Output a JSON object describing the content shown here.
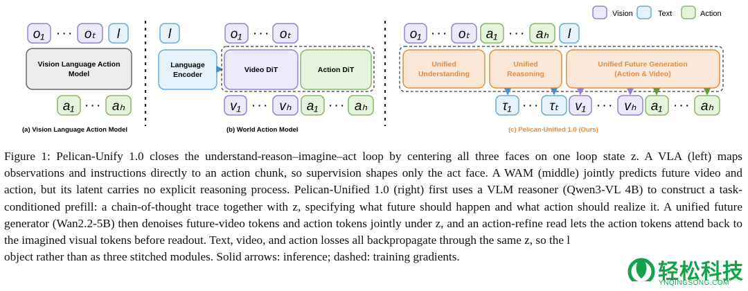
{
  "legend": {
    "vision": "Vision",
    "text": "Text",
    "action": "Action",
    "colors": {
      "vision": "#ece9fb",
      "vision_border": "#8d84d6",
      "text": "#e5f1fb",
      "text_border": "#6aa9d8",
      "action": "#e6f3dc",
      "action_border": "#88b567"
    }
  },
  "panel_a": {
    "obs_first": "o₁",
    "obs_last": "oₜ",
    "instruction": "l",
    "model_label_line1": "Vision Language Action",
    "model_label_line2": "Model",
    "act_first": "a₁",
    "act_last": "aₕ",
    "caption": "(a) Vision Language Action  Model"
  },
  "panel_b": {
    "instruction": "l",
    "obs_first": "o₁",
    "obs_last": "oₜ",
    "encoder_line1": "Language",
    "encoder_line2": "Encoder",
    "video_dit": "Video DiT",
    "action_dit": "Action DiT",
    "vid_first": "v₁",
    "vid_last": "vₕ",
    "act_first": "a₁",
    "act_last": "aₕ",
    "caption": "(b) World Action Model"
  },
  "panel_c": {
    "obs_first": "o₁",
    "obs_last": "oₜ",
    "act_first": "a₁",
    "act_last": "aₕ",
    "instruction": "l",
    "understanding_line1": "Unified",
    "understanding_line2": "Understanding",
    "reasoning_line1": "Unified",
    "reasoning_line2": "Reasoning",
    "generation_line1": "Unified Future Generation",
    "generation_line2": "(Action & Video)",
    "tau_first": "τ₁",
    "tau_last": "τₜ",
    "vid_first": "v₁",
    "vid_last": "vₕ",
    "out_act_first": "a₁",
    "out_act_last": "aₕ",
    "caption": "(c) Pelican-Unified 1.0 (Ours)",
    "accent": "#e88a3c"
  },
  "ellipsis": "· · ·",
  "caption": "Figure 1: Pelican-Unify 1.0 closes the understand-reason–imagine–act loop by centering all three faces on one loop state z. A VLA (left) maps observations and instructions directly to an action chunk, so supervision shapes only the act face. A WAM (middle) jointly predicts future video and action, but its latent carries no explicit reasoning process. Pelican-Unified 1.0 (right) first uses a VLM reasoner (Qwen3-VL 4B) to construct a task-conditioned prefill: a chain-of-thought trace together with z, specifying what future should happen and what action should realize it. A unified future generator (Wan2.2-5B) then denoises future-video tokens and action tokens jointly under z, and an action-refine read lets the action tokens attend back to the imagined visual tokens before readout. Text, video, and action losses all backpropagate through the same z, so the l",
  "caption_tail": "object rather than as three stitched modules. Solid arrows: inference; dashed: training gradients.",
  "watermark": {
    "brand": "轻松科技",
    "site": "YNQINGSONG.COM"
  }
}
